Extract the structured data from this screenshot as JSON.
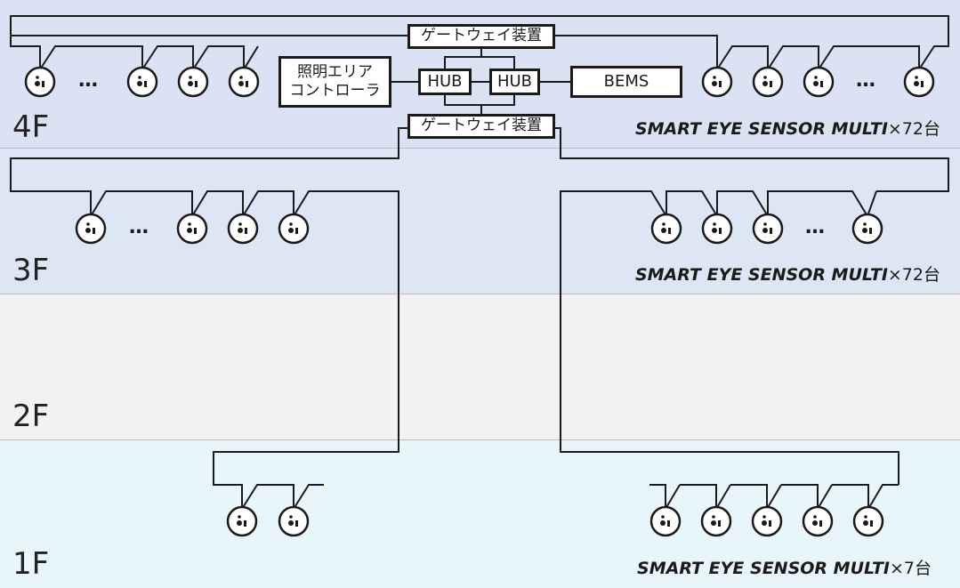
{
  "floors": [
    {
      "label": "4F",
      "color": "#dce3f4"
    },
    {
      "label": "3F",
      "color": "#dce6f4"
    },
    {
      "label": "2F",
      "color": "#f2f2f2"
    },
    {
      "label": "1F",
      "color": "#e8f6fb"
    }
  ],
  "devices": {
    "gateway_top": "ゲートウェイ装置",
    "gateway_bottom": "ゲートウェイ装置",
    "hub_left": "HUB",
    "hub_right": "HUB",
    "bems": "BEMS",
    "lighting_controller_line1": "照明エリア",
    "lighting_controller_line2": "コントローラ"
  },
  "sensor_counts": {
    "floor4": {
      "name": "SMART EYE SENSOR MULTI",
      "count": "×72台"
    },
    "floor3": {
      "name": "SMART EYE SENSOR MULTI",
      "count": "×72台"
    },
    "floor1": {
      "name": "SMART EYE SENSOR MULTI",
      "count": "×7台"
    }
  },
  "ellipsis": "…"
}
